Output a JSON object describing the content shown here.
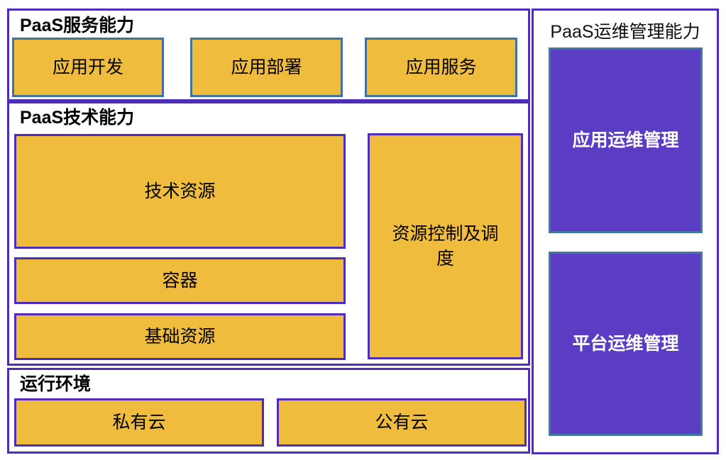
{
  "diagram": {
    "left": {
      "service": {
        "title": "PaaS服务能力",
        "boxes": [
          {
            "label": "应用开发"
          },
          {
            "label": "应用部署"
          },
          {
            "label": "应用服务"
          }
        ]
      },
      "tech": {
        "title": "PaaS技术能力",
        "stack": [
          {
            "label": "技术资源"
          },
          {
            "label": "容器"
          },
          {
            "label": "基础资源"
          }
        ],
        "side": {
          "label": "资源控制及调度"
        }
      },
      "runtime": {
        "title": "运行环境",
        "boxes": [
          {
            "label": "私有云"
          },
          {
            "label": "公有云"
          }
        ]
      }
    },
    "right": {
      "title": "PaaS运维管理能力",
      "boxes": [
        {
          "label": "应用运维管理"
        },
        {
          "label": "平台运维管理"
        }
      ]
    },
    "colors": {
      "box_fill_orange": "#EFBC3E",
      "box_fill_purple": "#5B3DC3",
      "frame_border_violet": "#4E2EB8",
      "box_border_steel_blue": "#41719C",
      "box_border_teal": "#41789C",
      "text_dark": "#000000",
      "text_light": "#FFFFFF"
    }
  }
}
